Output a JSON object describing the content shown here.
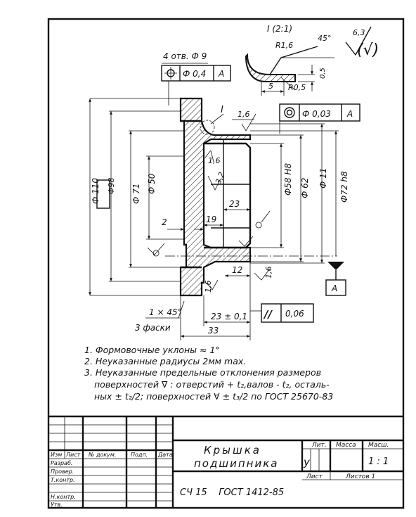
{
  "view_detail": {
    "title": "I (2:1)",
    "radius_top": "R1,6",
    "angle": "45°",
    "width": "5",
    "radius_bottom": "R0,5",
    "height": "0,5"
  },
  "roughness": {
    "value": "6,3",
    "mark": "(√)"
  },
  "holes_note": "4 отв. Ф 9",
  "position_frame": {
    "value": "Ф 0,4",
    "datum": "A"
  },
  "concentricity_frame": {
    "value": "Ф 0,03",
    "datum": "A"
  },
  "view_marker": "I",
  "surface_roughness_values": {
    "top": "1,6",
    "inner": "1,6",
    "bore": "3,2",
    "small_right": "1,6",
    "bottom": "1,6"
  },
  "dimensions": {
    "d110": "Ф 110",
    "d98": "Ф98",
    "d71": "Ф 71",
    "d50": "Ф 50",
    "d58": "Ф58 H8",
    "d62": "Ф 62",
    "d11": "Ф 11",
    "d72": "Ф72 h8",
    "w23": "23",
    "w19": "19",
    "w2": "2",
    "w12": "12",
    "w23tol": "23 ± 0,1",
    "w33": "33"
  },
  "chamfer": {
    "size": "1 × 45°",
    "count": "3 фаски"
  },
  "parallel_frame": {
    "symbol": "//",
    "value": "0,06"
  },
  "datum_label": "A",
  "notes": [
    "1. Формовочные уклоны ≈ 1°",
    "2. Неуказанные радиусы   2мм mах.",
    "3. Неуказанные предельные отклонения размеров",
    "поверхностей ∇ : отверстий + t₂,валов - t₂, осталь-",
    "ных ± t₂/2; поверхностей ∀ ± t₃/2  по ГОСТ 25670-83"
  ],
  "title_block": {
    "headers": [
      "Изм",
      "Лист",
      "№ докум.",
      "Подп.",
      "Дата"
    ],
    "roles": [
      "Разраб.",
      "Провер.",
      "Т.контр.",
      "",
      "Н.контр.",
      "Утв."
    ],
    "name_line1": "Крышка",
    "name_line2": "подшипника",
    "lit_label": "Лит.",
    "mass_label": "Масса",
    "scale_label": "Масш.",
    "lit_value": "у",
    "scale_value": "1 : 1",
    "sheet_label": "Лист",
    "sheets_label": "Листов  1",
    "material": "СЧ 15    ГОСТ 1412-85"
  }
}
